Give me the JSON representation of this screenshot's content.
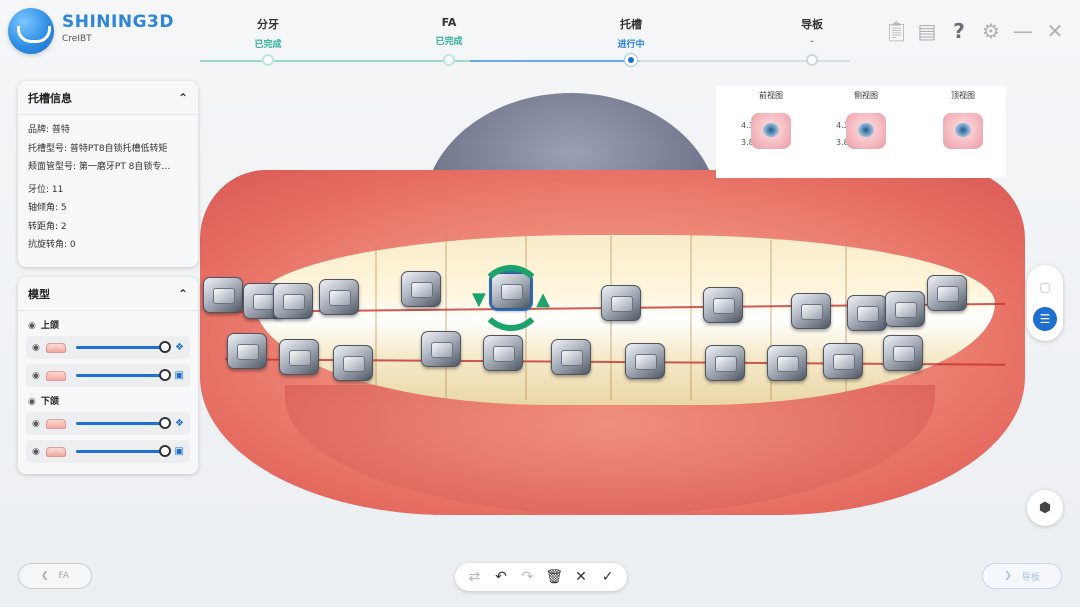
{
  "brand": {
    "name": "SHINING3D",
    "sub": "CreIBT"
  },
  "steps": [
    {
      "title": "分牙",
      "status": "已完成"
    },
    {
      "title": "FA",
      "status": "已完成"
    },
    {
      "title": "托槽",
      "status": "进行中"
    },
    {
      "title": "导板",
      "status": "-"
    }
  ],
  "top_icons": [
    "clipboard-icon",
    "folder-icon",
    "help-icon",
    "settings-icon",
    "minimize-icon",
    "close-icon"
  ],
  "views": [
    {
      "label": "前视图",
      "top": "4.3",
      "bottom": "3.8"
    },
    {
      "label": "侧视图",
      "top": "4.3",
      "bottom": "3.8"
    },
    {
      "label": "顶视图"
    }
  ],
  "bracket_panel": {
    "title": "托槽信息",
    "brand": "品牌: 普特",
    "type": "托槽型号: 普特PT8自锁托槽低转矩",
    "buccal_tube": "颊面管型号: 第一磨牙PT 8自锁专…",
    "tooth": "牙位: 11",
    "tip": "轴倾角: 5",
    "torque": "转距角: 2",
    "rotation": "抗旋转角: 0"
  },
  "model_panel": {
    "title": "模型",
    "upper": "上颌",
    "lower": "下颌"
  },
  "bottom": {
    "prev": "FA",
    "next": "导板"
  },
  "colors": {
    "accent": "#1d6fd0",
    "done": "#2fb39a",
    "brand": "#2f86d8"
  }
}
